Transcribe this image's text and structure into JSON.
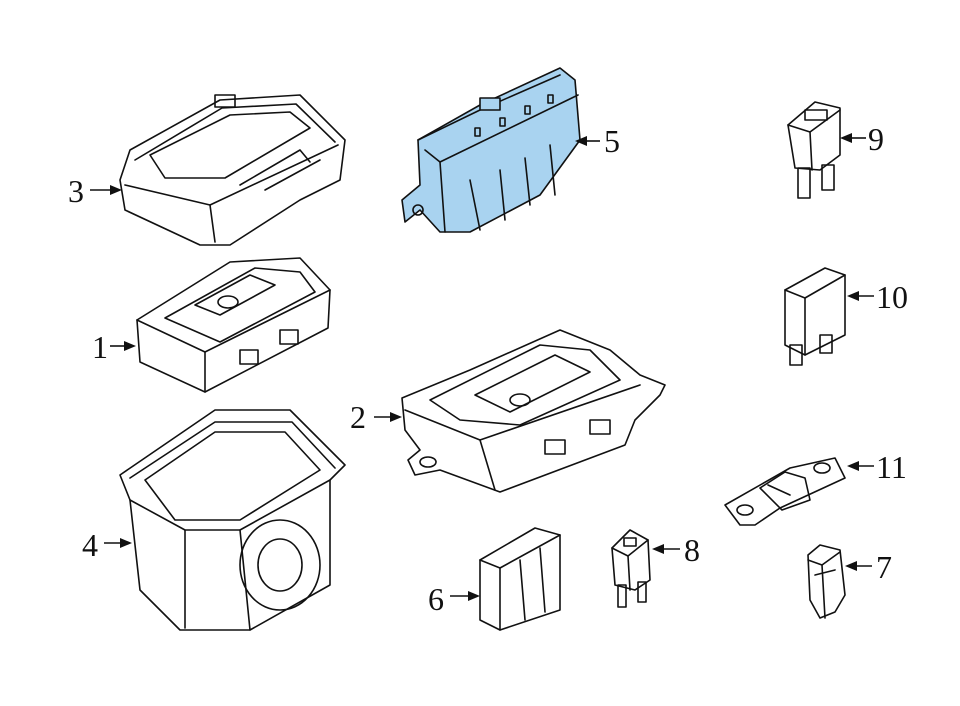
{
  "colors": {
    "line": "#111111",
    "highlight": "#a9d3f0",
    "background": "#ffffff"
  },
  "highlighted_part": "5",
  "callouts": [
    {
      "id": "c1",
      "label": "1"
    },
    {
      "id": "c2",
      "label": "2"
    },
    {
      "id": "c3",
      "label": "3"
    },
    {
      "id": "c4",
      "label": "4"
    },
    {
      "id": "c5",
      "label": "5"
    },
    {
      "id": "c6",
      "label": "6"
    },
    {
      "id": "c7",
      "label": "7"
    },
    {
      "id": "c8",
      "label": "8"
    },
    {
      "id": "c9",
      "label": "9"
    },
    {
      "id": "c10",
      "label": "10"
    },
    {
      "id": "c11",
      "label": "11"
    }
  ]
}
